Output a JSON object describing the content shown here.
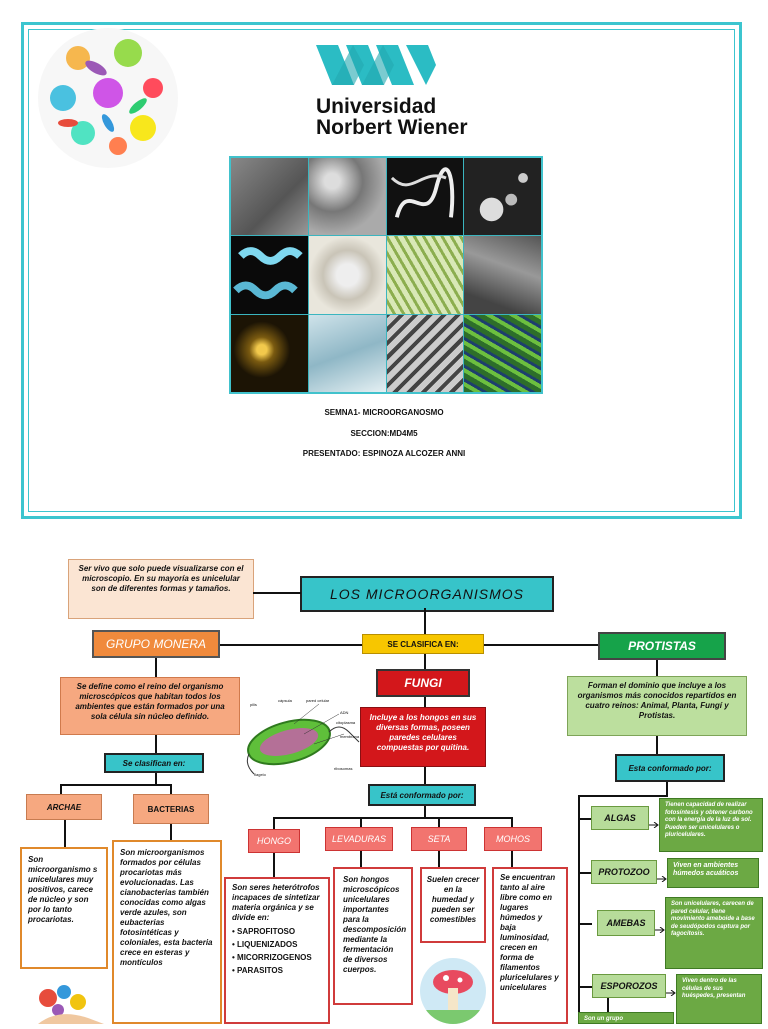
{
  "cover": {
    "university_line1": "Universidad",
    "university_line2": "Norbert Wiener",
    "line1": "SEMNA1- MICROORGANOSMO",
    "line2": "SECCION:MD4M5",
    "line3": "PRESENTADO: ESPINOZA ALCOZER ANNI"
  },
  "map": {
    "title": "LOS MICROORGANISMOS",
    "definition": "Ser vivo que solo puede visualizarse con el microscopio. En su mayoría es unicelular son de diferentes formas y tamaños.",
    "classify_label": "SE CLASIFICA EN:",
    "monera": {
      "title": "GRUPO MONERA",
      "desc": "Se define como el reino del organismo microscópicos que habitan todos los ambientes que están formados por una sola célula sin núcleo definido.",
      "classify": "Se clasifican en:",
      "archae": "ARCHAE",
      "bacterias": "BACTERIAS",
      "archae_desc": "Son microorganismo s unicelulares muy positivos, carece de núcleo y son por lo tanto procariotas.",
      "bacterias_desc": "Son microorganismos formados por células procariotas más evolucionadas. Las cianobacterias también conocidas como algas verde azules, son eubacterias fotosintéticas y coloniales, esta bacteria crece en esteras y montículos"
    },
    "fungi": {
      "title": "FUNGI",
      "desc": "Incluye a los hongos en sus diversas formas, poseen paredes celulares compuestas por quitina.",
      "formed": "Está conformado por:",
      "hongo": "HONGO",
      "levaduras": "LEVADURAS",
      "seta": "SETA",
      "mohos": "MOHOS",
      "hongo_desc": "Son seres heterótrofos incapaces de sintetizar materia orgánica y se divide en:",
      "hongo_list": [
        "SAPROFITOSO",
        "LIQUENIZADOS",
        "MICORRIZOGENOS",
        "PARASITOS"
      ],
      "levaduras_desc": "Son hongos microscópicos unicelulares importantes para la descomposición mediante la fermentación de diversos cuerpos.",
      "seta_desc": "Suelen crecer en la humedad y pueden ser comestibles",
      "mohos_desc": "Se encuentran tanto al aire libre como en lugares húmedos y baja luminosidad, crecen en forma de filamentos pluricelulares y unicelulares"
    },
    "protistas": {
      "title": "PROTISTAS",
      "desc": "Forman el dominio que incluye a los organismos más conocidos repartidos en cuatro reinos: Animal, Planta, Fungí y Protistas.",
      "formed": "Esta conformado por:",
      "algas": "ALGAS",
      "protozoo": "PROTOZOO",
      "amebas": "AMEBAS",
      "esporozos": "ESPOROZOS",
      "algas_desc": "Tienen capacidad de realizar fotosíntesis y obtener carbono con la energía de la luz de sol. Pueden ser unicelulares o pluricelulares.",
      "protozoo_desc": "Viven en ambientes húmedos acuáticos",
      "amebas_desc": "Son unicelulares, carecen de pared celular, tiene movimiento ameboide a base de seudópodos captura por fagocitosis.",
      "esporozos_desc": "Viven dentro de las células de sus huéspedes, presentan",
      "bottom_note": "Son un grupo"
    },
    "diagram_labels": [
      "pilis",
      "cápsula",
      "pared celular",
      "citoplasma",
      "ribosomas",
      "flagelo",
      "ADN",
      "membrana"
    ]
  }
}
